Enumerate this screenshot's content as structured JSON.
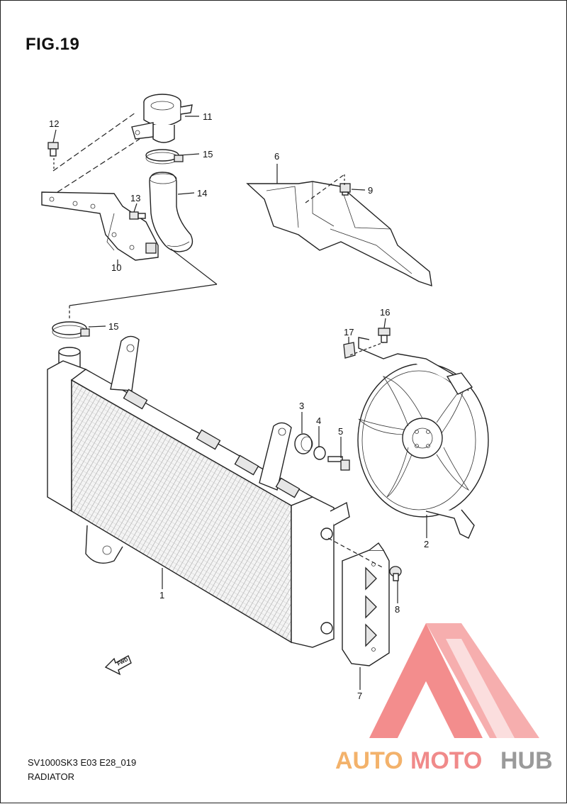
{
  "figure_title": "FIG.19",
  "model_code": "SV1000SK3 E03 E28_019",
  "section_name": "RADIATOR",
  "fwd_marker": "FWD",
  "watermark": {
    "part1": "AUTO",
    "part2": "MOTO",
    "part3": "HUB",
    "color_part1": "#f3b26b",
    "color_part2": "#f08a8a",
    "color_part3": "#9a9a9a",
    "logo_color": "#f17a7a"
  },
  "callouts": {
    "c1": "1",
    "c2": "2",
    "c3": "3",
    "c4": "4",
    "c5": "5",
    "c6": "6",
    "c7": "7",
    "c8": "8",
    "c9": "9",
    "c10": "10",
    "c11": "11",
    "c12": "12",
    "c13": "13",
    "c14": "14",
    "c15a": "15",
    "c15b": "15",
    "c16": "16",
    "c17": "17"
  }
}
